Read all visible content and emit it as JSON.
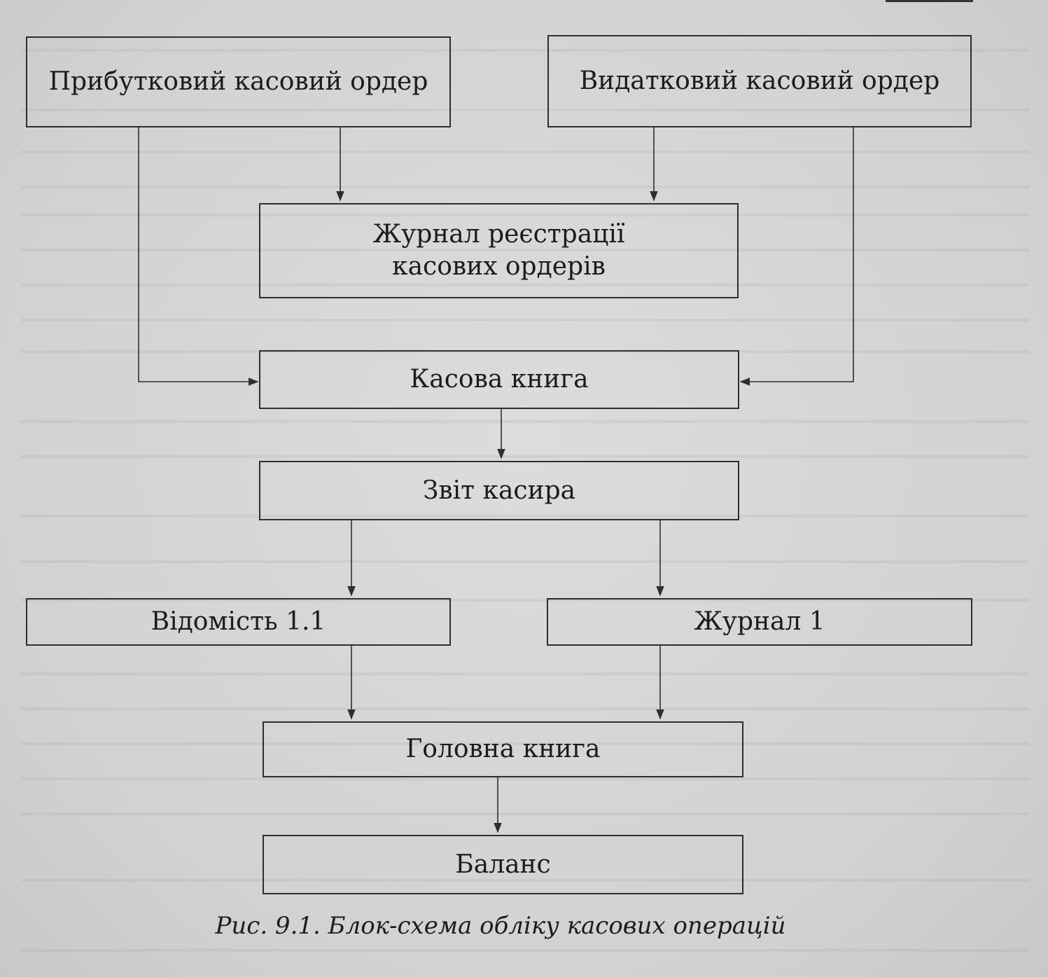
{
  "diagram": {
    "boxes": {
      "receipt_order": "Прибутковий касовий ордер",
      "expense_order": "Видатковий касовий ордер",
      "registry_journal": "Журнал реєстрації\nкасових ордерів",
      "cash_book": "Касова книга",
      "cashier_report": "Звіт касира",
      "statement": "Відомість 1.1",
      "journal": "Журнал 1",
      "general_ledger": "Головна книга",
      "balance": "Баланс"
    },
    "caption": "Рис. 9.1.  Блок-схема обліку касових операцій"
  }
}
